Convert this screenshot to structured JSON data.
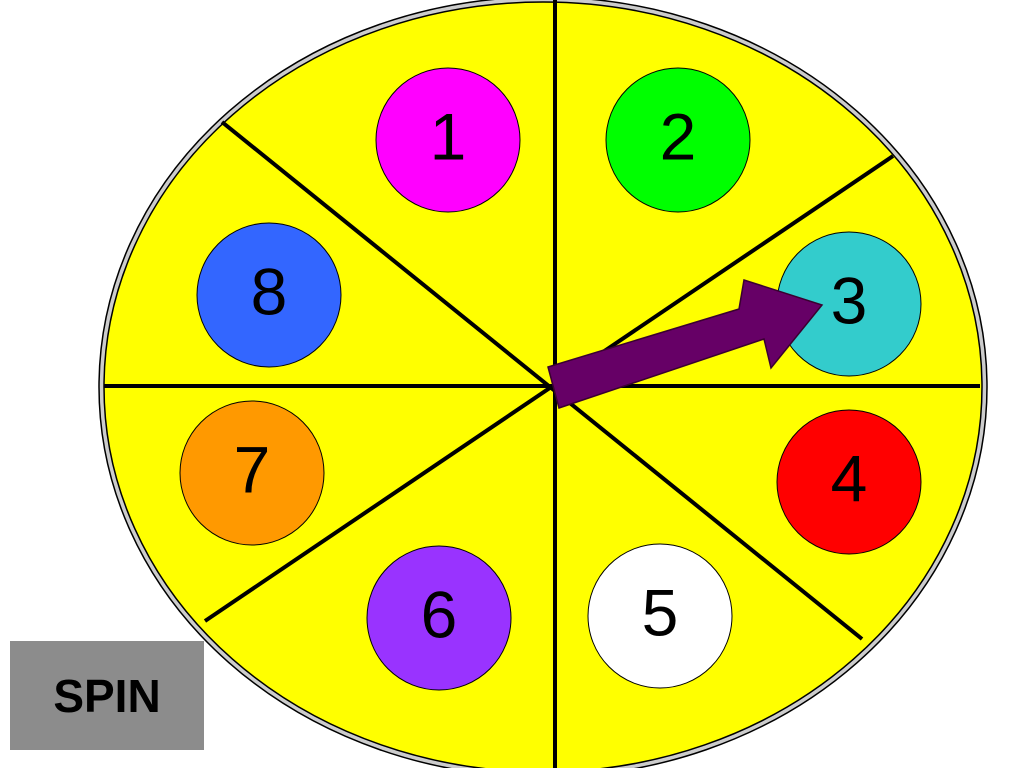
{
  "wheel": {
    "face_color": "#ffff00",
    "line_color": "#000000",
    "segments": [
      {
        "label": "1",
        "color": "#ff00ff"
      },
      {
        "label": "2",
        "color": "#00ff00"
      },
      {
        "label": "3",
        "color": "#33cccc"
      },
      {
        "label": "4",
        "color": "#ff0000"
      },
      {
        "label": "5",
        "color": "#ffffff"
      },
      {
        "label": "6",
        "color": "#9933ff"
      },
      {
        "label": "7",
        "color": "#ff9900"
      },
      {
        "label": "8",
        "color": "#3366ff"
      }
    ],
    "pointer": {
      "color": "#660066",
      "points_to": "3"
    }
  },
  "spin_button": {
    "label": "SPIN",
    "color": "#8c8c8c"
  }
}
